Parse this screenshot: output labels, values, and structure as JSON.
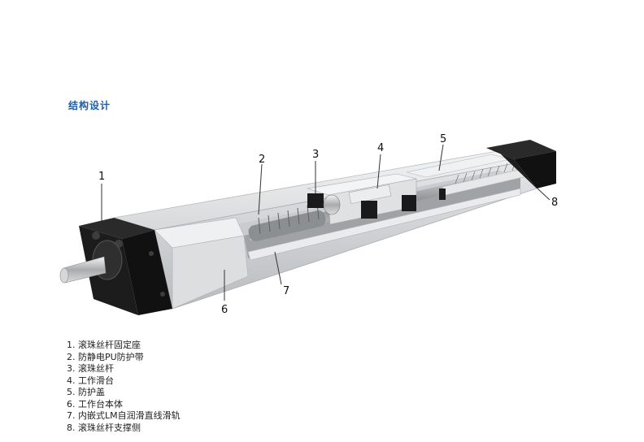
{
  "section_title": "结构设计",
  "callouts": [
    {
      "id": "1",
      "text": "1"
    },
    {
      "id": "2",
      "text": "2"
    },
    {
      "id": "3",
      "text": "3"
    },
    {
      "id": "4",
      "text": "4"
    },
    {
      "id": "5",
      "text": "5"
    },
    {
      "id": "6",
      "text": "6"
    },
    {
      "id": "7",
      "text": "7"
    },
    {
      "id": "8",
      "text": "8"
    }
  ],
  "legend": [
    "1. 滚珠丝杆固定座",
    "2. 防静电PU防护带",
    "3. 滚珠丝杆",
    "4. 工作滑台",
    "5. 防护盖",
    "6. 工作台本体",
    "7. 内嵌式LM自润滑直线滑轨",
    "8. 滚珠丝杆支撑侧"
  ]
}
